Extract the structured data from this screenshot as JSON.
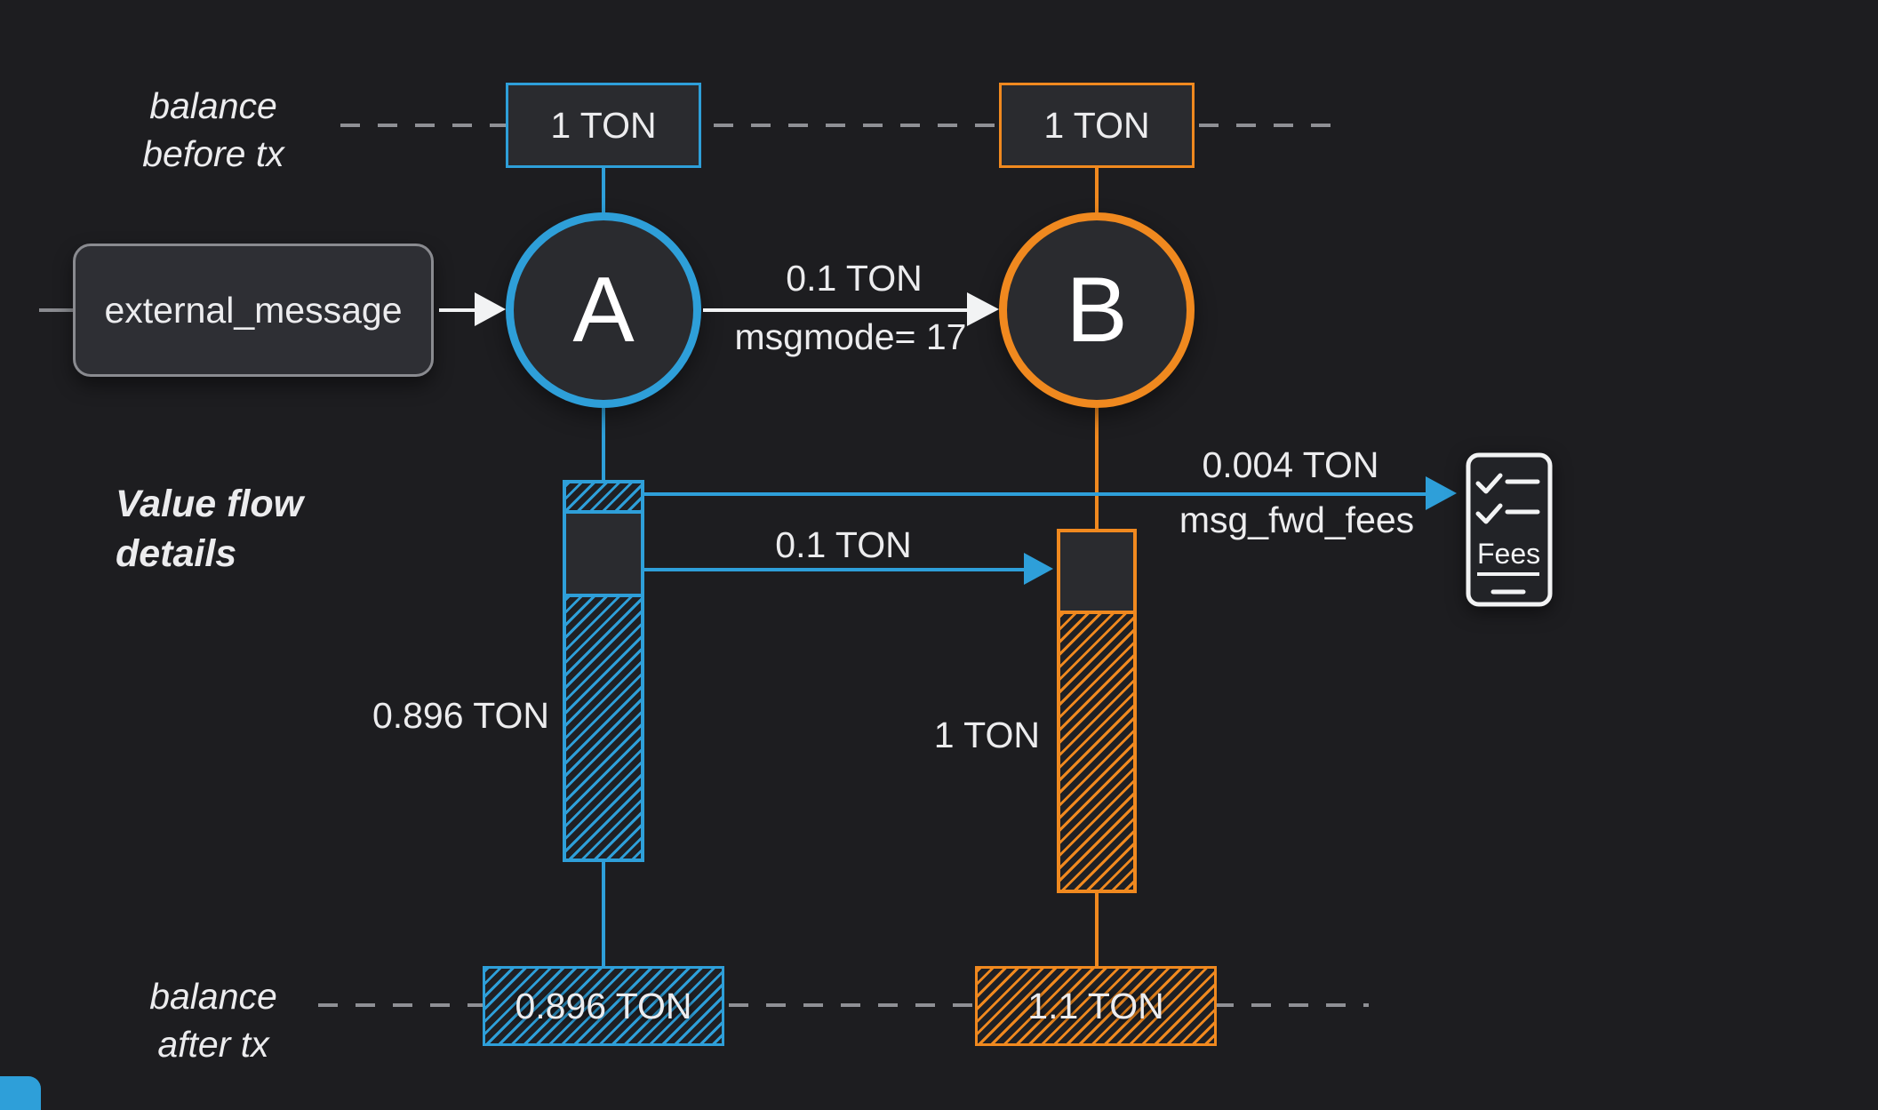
{
  "colors": {
    "bg": "#1d1d20",
    "panel": "#2a2b2f",
    "blue": "#2e9fd9",
    "orange": "#f0891f",
    "text": "#ececee",
    "gray": "#8f9095",
    "white": "#f2f3f4"
  },
  "labels": {
    "balance_before": [
      "balance",
      "before tx"
    ],
    "value_flow": [
      "Value flow",
      "details"
    ],
    "balance_after": [
      "balance",
      "after tx"
    ]
  },
  "external_message": "external_message",
  "nodes": {
    "a": "A",
    "b": "B"
  },
  "balances_before": {
    "a": "1 TON",
    "b": "1 TON"
  },
  "balances_after": {
    "a": "0.896 TON",
    "b": "1.1 TON"
  },
  "message_a_to_b": {
    "amount": "0.1 TON",
    "mode": "msgmode= 17"
  },
  "fees": {
    "amount": "0.004 TON",
    "name": "msg_fwd_fees",
    "icon_label": "Fees"
  },
  "internal_transfer": {
    "amount": "0.1 TON"
  },
  "value_bars": {
    "a_remaining": "0.896 TON",
    "b_incoming": "1 TON"
  }
}
